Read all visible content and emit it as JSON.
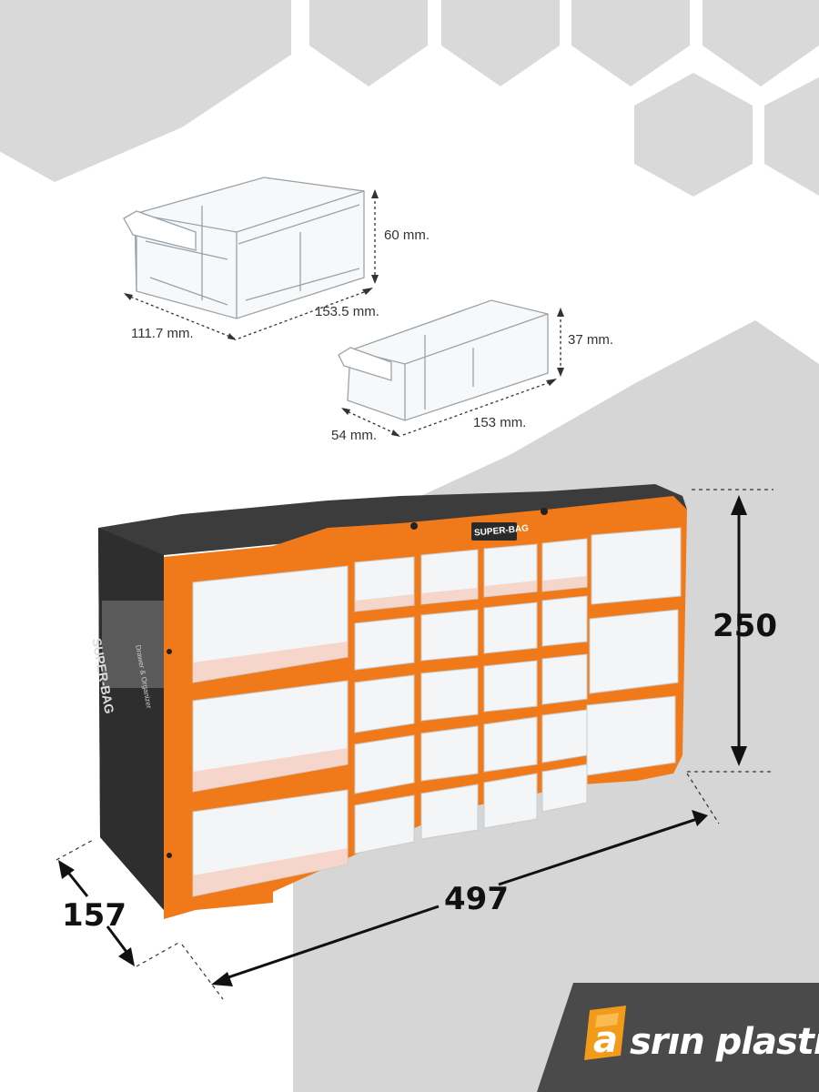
{
  "small_drawer": {
    "height": "60 mm.",
    "length": "153.5 mm.",
    "width": "111.7 mm."
  },
  "mini_drawer": {
    "height": "37 mm.",
    "length": "153 mm.",
    "width": "54 mm."
  },
  "cabinet": {
    "height": "250",
    "width": "497",
    "depth": "157",
    "front_label": "SUPER-BAG",
    "side_label": "SUPER-BAG",
    "side_sub_label": "Drawer & Organizer"
  },
  "brand": {
    "logo_letter": "a",
    "name": "srın plastik"
  },
  "colors": {
    "orange": "#f07a1a",
    "dark_gray": "#3c3c3c",
    "hexagon_gray": "#d9d9d9",
    "panel_gray": "#d6d6d6",
    "brand_bg": "#4a4a4a",
    "brand_orange": "#f29a1a"
  }
}
